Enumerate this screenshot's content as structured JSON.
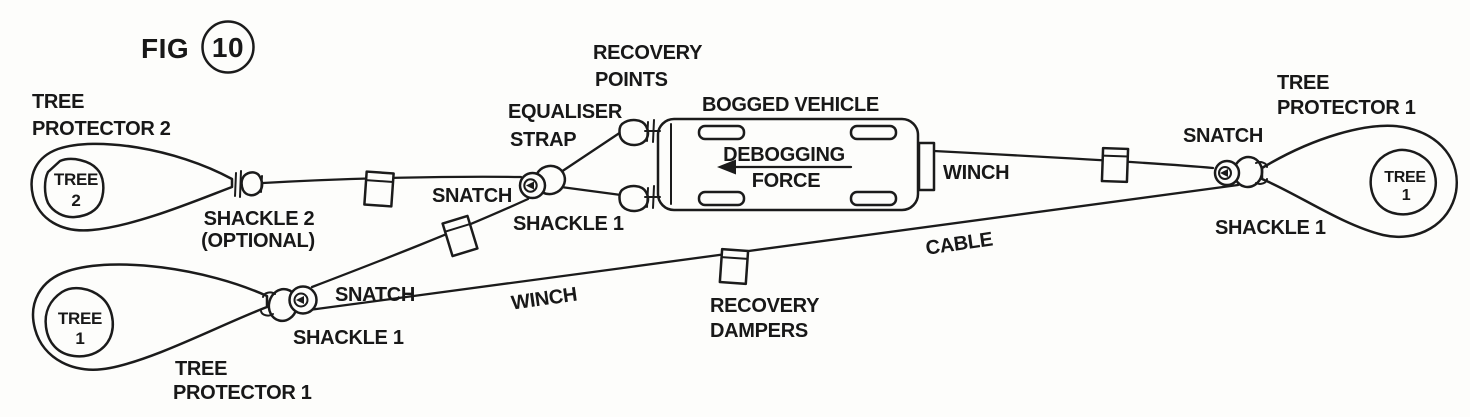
{
  "figure": {
    "prefix": "FIG",
    "number": "10"
  },
  "tree_protector_2": {
    "label_line1": "TREE",
    "label_line2": "PROTECTOR 2",
    "tree_line1": "TREE",
    "tree_line2": "2",
    "shackle_line1": "SHACKLE 2",
    "shackle_line2": "(OPTIONAL)"
  },
  "tree_protector_1_left": {
    "label_line1": "TREE",
    "label_line2": "PROTECTOR 1",
    "tree_line1": "TREE",
    "tree_line2": "1",
    "snatch": "SNATCH",
    "shackle": "SHACKLE 1"
  },
  "tree_protector_1_right": {
    "label_line1": "TREE",
    "label_line2": "PROTECTOR 1",
    "tree_line1": "TREE",
    "tree_line2": "1",
    "snatch": "SNATCH",
    "shackle": "SHACKLE 1"
  },
  "equaliser": {
    "label_line1": "EQUALISER",
    "label_line2": "STRAP",
    "snatch": "SNATCH",
    "shackle": "SHACKLE 1"
  },
  "recovery_points": {
    "line1": "RECOVERY",
    "line2": "POINTS"
  },
  "vehicle": {
    "title": "BOGGED VEHICLE",
    "force_line1": "DEBOGGING",
    "force_line2": "FORCE",
    "winch": "WINCH"
  },
  "cables": {
    "winch_line": "WINCH",
    "cable_line": "CABLE",
    "dampers_line1": "RECOVERY",
    "dampers_line2": "DAMPERS"
  },
  "colors": {
    "ink": "#1b1b1b",
    "paper": "#fdfdfb"
  }
}
